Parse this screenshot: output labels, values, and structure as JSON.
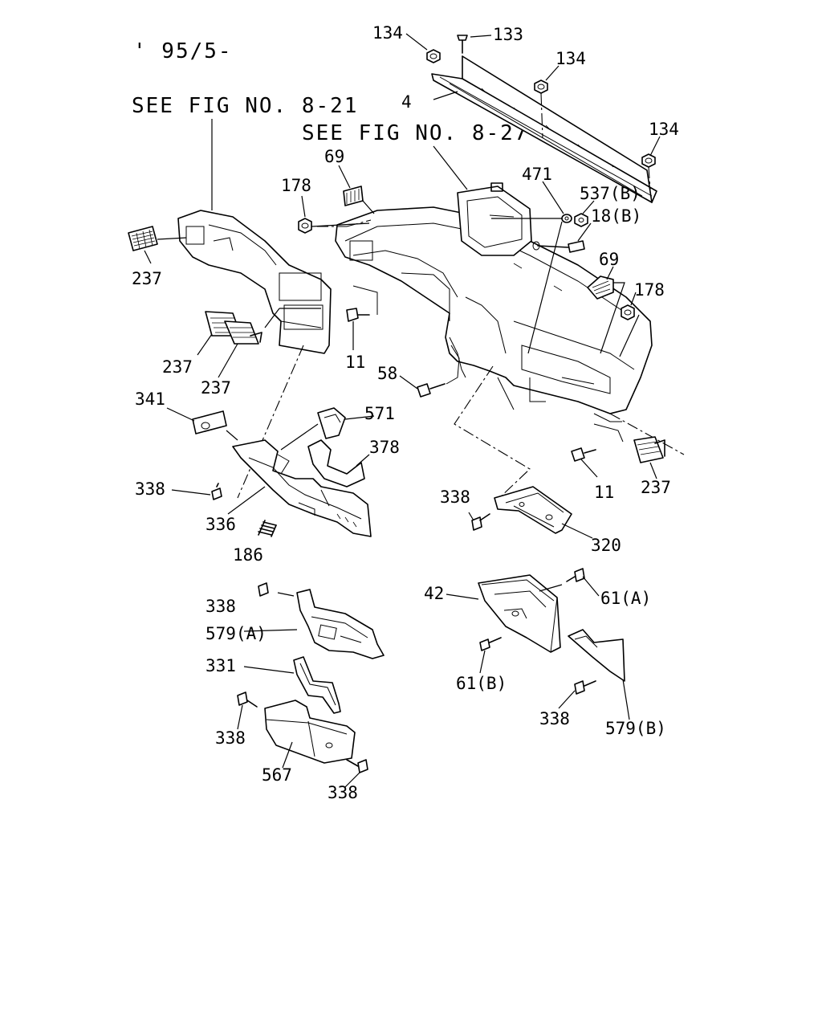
{
  "header": {
    "date_code": "' 95/5-"
  },
  "references": {
    "see_fig_1": "SEE FIG NO. 8-21",
    "see_fig_2": "SEE FIG NO. 8-27"
  },
  "labels": [
    "134",
    "133",
    "134",
    "4",
    "134",
    "69",
    "471",
    "537(B)",
    "178",
    "18(B)",
    "69",
    "178",
    "237",
    "237",
    "237",
    "11",
    "58",
    "341",
    "571",
    "378",
    "338",
    "336",
    "186",
    "338",
    "11",
    "237",
    "320",
    "42",
    "61(A)",
    "338",
    "579(A)",
    "331",
    "61(B)",
    "338",
    "338",
    "579(B)",
    "567",
    "338"
  ]
}
